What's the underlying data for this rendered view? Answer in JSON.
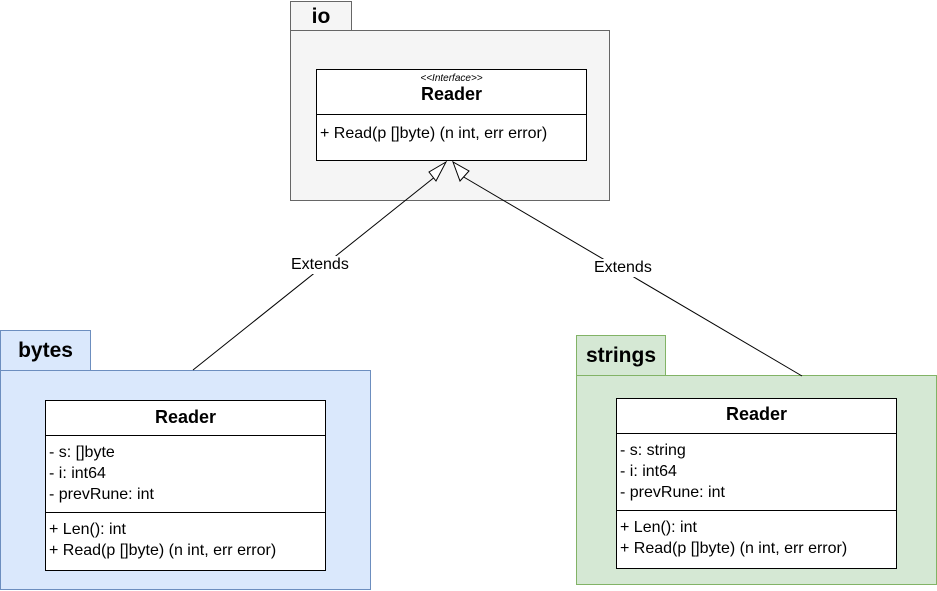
{
  "packages": {
    "io": {
      "name": "io",
      "interface": {
        "stereotype": "<<Interface>>",
        "name": "Reader",
        "methods": [
          "+ Read(p []byte) (n int, err error)"
        ]
      }
    },
    "bytes": {
      "name": "bytes",
      "class": {
        "name": "Reader",
        "fields": [
          "- s: []byte",
          "- i: int64",
          "- prevRune: int"
        ],
        "methods": [
          "+ Len(): int",
          "+ Read(p []byte) (n int, err error)"
        ]
      }
    },
    "strings": {
      "name": "strings",
      "class": {
        "name": "Reader",
        "fields": [
          "- s: string",
          "- i: int64",
          "- prevRune: int"
        ],
        "methods": [
          "+ Len(): int",
          "+ Read(p []byte) (n int, err error)"
        ]
      }
    }
  },
  "relations": {
    "bytes_to_io": {
      "label": "Extends"
    },
    "strings_to_io": {
      "label": "Extends"
    }
  },
  "colors": {
    "io_fill": "#f5f5f5",
    "io_stroke": "#666666",
    "bytes_fill": "#dae8fc",
    "bytes_stroke": "#6c8ebf",
    "strings_fill": "#d5e8d4",
    "strings_stroke": "#82b366"
  }
}
